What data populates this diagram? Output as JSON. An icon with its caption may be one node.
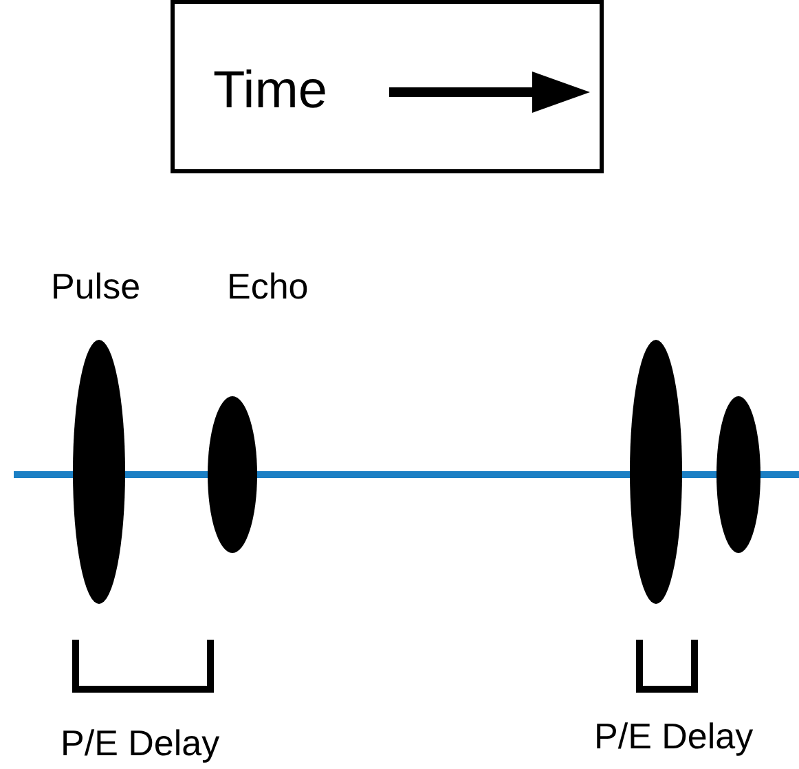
{
  "diagram": {
    "nodes": [
      {
        "text": [
          "Time"
        ]
      },
      {
        "text": [],
        "shape": "ellipse",
        "beside": [
          "Pulse"
        ]
      },
      {
        "text": [],
        "shape": "ellipse",
        "beside": [
          "Echo"
        ]
      },
      {
        "text": [],
        "shape": "ellipse"
      },
      {
        "text": [],
        "shape": "ellipse"
      }
    ],
    "edges": [],
    "labels": [
      "P/E Delay",
      "P/E Delay"
    ]
  }
}
